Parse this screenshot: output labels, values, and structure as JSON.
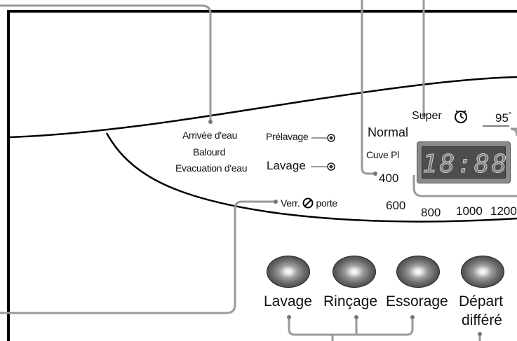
{
  "indicators_left": {
    "water_inlet": "Arrivée d'eau",
    "imbalance": "Balourd",
    "water_drain": "Evacuation d'eau",
    "door_lock_prefix": "Verr.",
    "door_lock_suffix": "porte"
  },
  "phase_leds": {
    "prewash": "Prélavage",
    "wash": "Lavage"
  },
  "options": {
    "super": "Super",
    "normal": "Normal",
    "cuve_pl": "Cuve Pl",
    "temperature": "95",
    "temperature_unit": "°"
  },
  "display": {
    "time": "18:88"
  },
  "spin_speeds": [
    "400",
    "600",
    "800",
    "1000",
    "1200"
  ],
  "buttons": {
    "wash": "Lavage",
    "rinse": "Rinçage",
    "spin": "Essorage",
    "delay_line1": "Départ",
    "delay_line2": "différé"
  },
  "icons": {
    "clock": "clock-icon",
    "door_lock": "no-entry-icon",
    "led": "led-indicator-icon"
  }
}
